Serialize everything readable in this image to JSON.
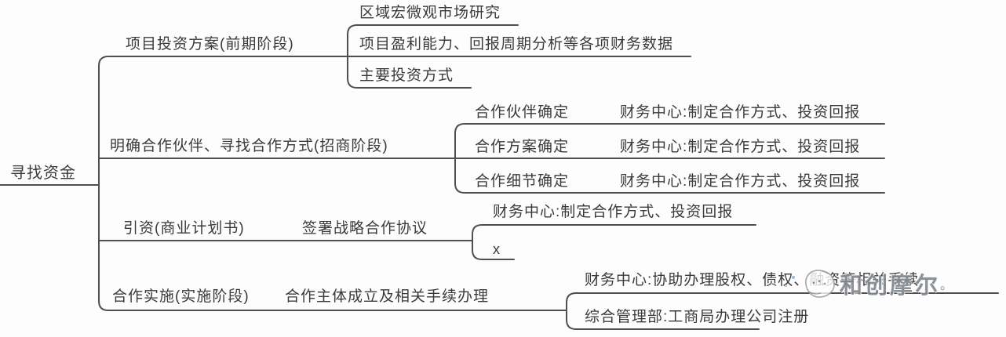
{
  "canvas": {
    "background": "#fdfdfd",
    "line_color": "#4f4f4f",
    "text_color": "#3a3a3a"
  },
  "mindmap": {
    "root": {
      "label": "寻找资金"
    },
    "branches": [
      {
        "label": "项目投资方案(前期阶段)",
        "children": [
          {
            "label": "区域宏微观市场研究"
          },
          {
            "label": "项目盈利能力、回报周期分析等各项财务数据"
          },
          {
            "label": "主要投资方式"
          }
        ]
      },
      {
        "label": "明确合作伙伴、寻找合作方式(招商阶段)",
        "children": [
          {
            "label": "合作伙伴确定",
            "detail": "财务中心:制定合作方式、投资回报"
          },
          {
            "label": "合作方案确定",
            "detail": "财务中心:制定合作方式、投资回报"
          },
          {
            "label": "合作细节确定",
            "detail": "财务中心:制定合作方式、投资回报"
          }
        ]
      },
      {
        "label": "引资(商业计划书)",
        "sub_label": "签署战略合作协议",
        "children": [
          {
            "label": "财务中心:制定合作方式、投资回报"
          },
          {
            "label": "x"
          }
        ]
      },
      {
        "label": "合作实施(实施阶段)",
        "sub_label": "合作主体成立及相关手续办理",
        "children": [
          {
            "label": "财务中心:协助办理股权、债权、融资等相关手续",
            "partially_obscured_by_watermark": true
          },
          {
            "label": "综合管理部:工商局办理公司注册"
          }
        ]
      }
    ]
  },
  "watermark": {
    "logo": "scribble-circle-logo",
    "text": "和创摩尔",
    "suffix": "。"
  }
}
